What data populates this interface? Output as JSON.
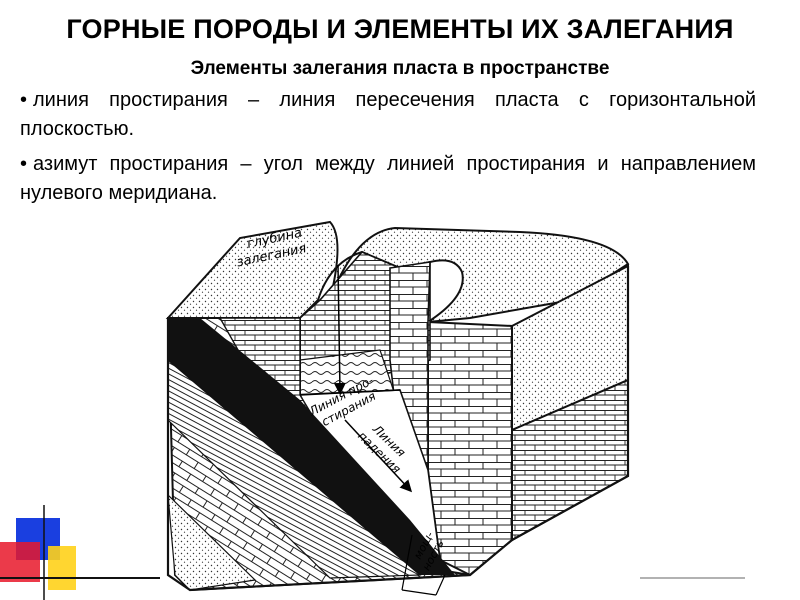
{
  "header": {
    "title": "ГОРНЫЕ ПОРОДЫ И ЭЛЕМЕНТЫ ИХ ЗАЛЕГАНИЯ",
    "subtitle": "Элементы залегания пласта в пространстве"
  },
  "bullets": [
    {
      "marker": "•",
      "text": "линия простирания – линия пересечения пласта с горизонтальной плоскостью."
    },
    {
      "marker": "•",
      "text": "азимут простирания – угол между линией простирания и направлением нулевого меридиана."
    }
  ],
  "diagram": {
    "labels": {
      "depth_line1": "глубина",
      "depth_line2": "залегания",
      "strike_line1": "Линия про-",
      "strike_line2": "стирания",
      "dip_line1": "Линия",
      "dip_line2": "падения",
      "thickness_line1": "мощ-",
      "thickness_line2": "ность"
    }
  },
  "colors": {
    "deco_blue": "#1a3fe0",
    "deco_red": "#e8182a",
    "deco_yellow": "#ffd21a",
    "coal_bed": "#111111"
  }
}
